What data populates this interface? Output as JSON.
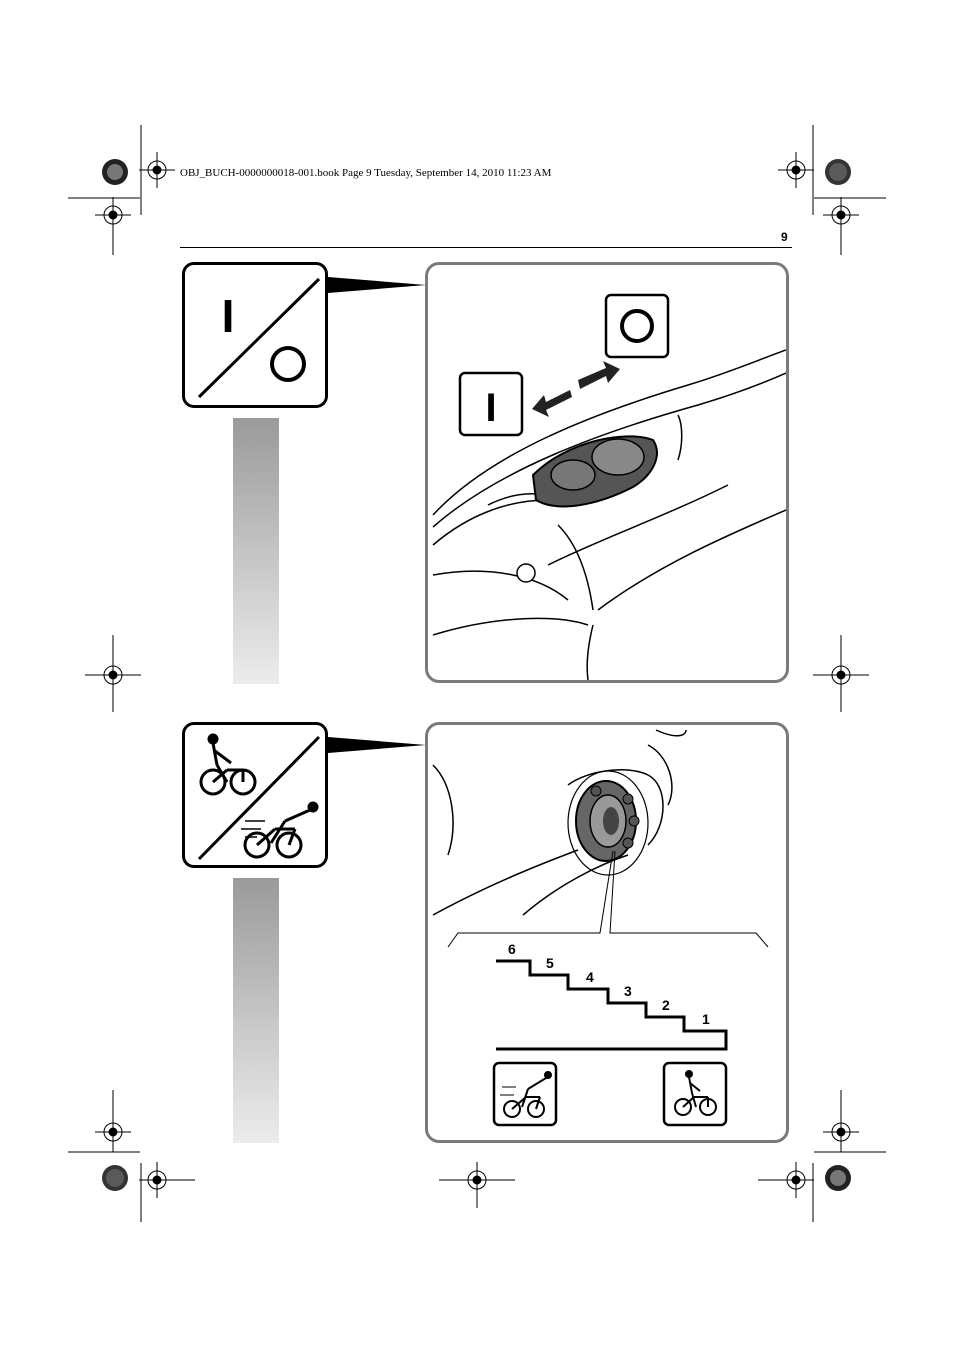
{
  "header": {
    "file_info": "OBJ_BUCH-0000000018-001.book  Page 9  Tuesday, September 14, 2010  11:23 AM",
    "page_number": "9"
  },
  "switch_section": {
    "icon_on_label": "I",
    "icon_off_label": "O",
    "panel_on_label": "I",
    "panel_off_label": "O"
  },
  "assist_section": {
    "levels": [
      "6",
      "5",
      "4",
      "3",
      "2",
      "1"
    ]
  },
  "colors": {
    "panel_border": "#7a7a7a",
    "sidebar_gradient_top": "#9a9a9a",
    "sidebar_gradient_bottom": "#ececec"
  }
}
